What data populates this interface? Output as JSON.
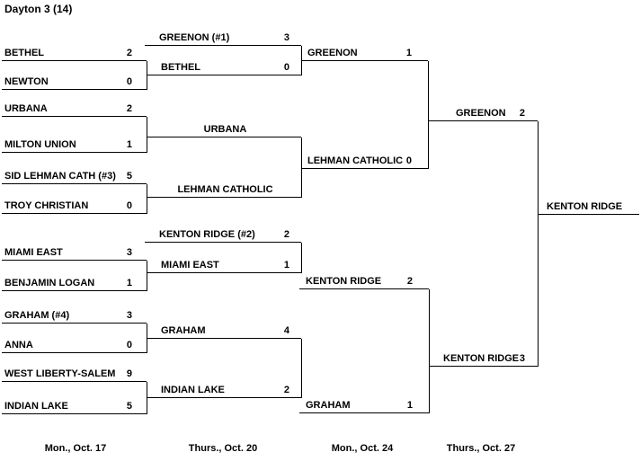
{
  "title": "Dayton 3 (14)",
  "dates": [
    "Mon., Oct. 17",
    "Thurs., Oct. 20",
    "Mon., Oct. 24",
    "Thurs., Oct. 27"
  ],
  "r1": [
    {
      "name": "BETHEL",
      "score": "2"
    },
    {
      "name": "NEWTON",
      "score": "0"
    },
    {
      "name": "URBANA",
      "score": "2"
    },
    {
      "name": "MILTON UNION",
      "score": "1"
    },
    {
      "name": "SID LEHMAN CATH (#3)",
      "score": "5"
    },
    {
      "name": "TROY CHRISTIAN",
      "score": "0"
    },
    {
      "name": "MIAMI EAST",
      "score": "3"
    },
    {
      "name": "BENJAMIN LOGAN",
      "score": "1"
    },
    {
      "name": "GRAHAM (#4)",
      "score": "3"
    },
    {
      "name": "ANNA",
      "score": "0"
    },
    {
      "name": "WEST LIBERTY-SALEM",
      "score": "9"
    },
    {
      "name": "INDIAN LAKE",
      "score": "5"
    }
  ],
  "r2": [
    {
      "name": "GREENON (#1)",
      "score": "3"
    },
    {
      "name": "BETHEL",
      "score": "0"
    },
    {
      "name": "URBANA",
      "score": ""
    },
    {
      "name": "LEHMAN CATHOLIC",
      "score": ""
    },
    {
      "name": "KENTON RIDGE (#2)",
      "score": "2"
    },
    {
      "name": "MIAMI EAST",
      "score": "1"
    },
    {
      "name": "GRAHAM",
      "score": "4"
    },
    {
      "name": "INDIAN LAKE",
      "score": "2"
    }
  ],
  "r3": [
    {
      "name": "GREENON",
      "score": "1"
    },
    {
      "name": "LEHMAN CATHOLIC",
      "score": "0"
    },
    {
      "name": "KENTON RIDGE",
      "score": "2"
    },
    {
      "name": "GRAHAM",
      "score": "1"
    }
  ],
  "r4": [
    {
      "name": "GREENON",
      "score": "2"
    },
    {
      "name": "KENTON RIDGE",
      "score": "3"
    }
  ],
  "champion": {
    "name": "KENTON RIDGE"
  }
}
